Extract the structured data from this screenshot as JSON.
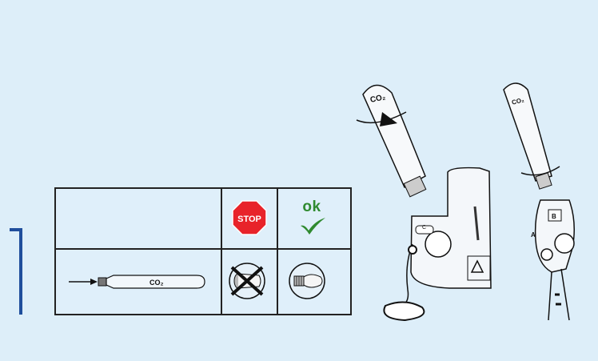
{
  "table": {
    "stop_label": "STOP",
    "ok_label": "ok",
    "cylinder_label": "CO₂"
  },
  "illustration": {
    "cylinder_left_label": "CO₂",
    "cylinder_right_label": "CO₂",
    "marker_c": "C",
    "marker_b": "B",
    "marker_a": "A"
  },
  "colors": {
    "background": "#ddeef9",
    "bracket": "#1f4e9c",
    "stop_red": "#e8232a",
    "ok_green": "#2f8a2f"
  }
}
